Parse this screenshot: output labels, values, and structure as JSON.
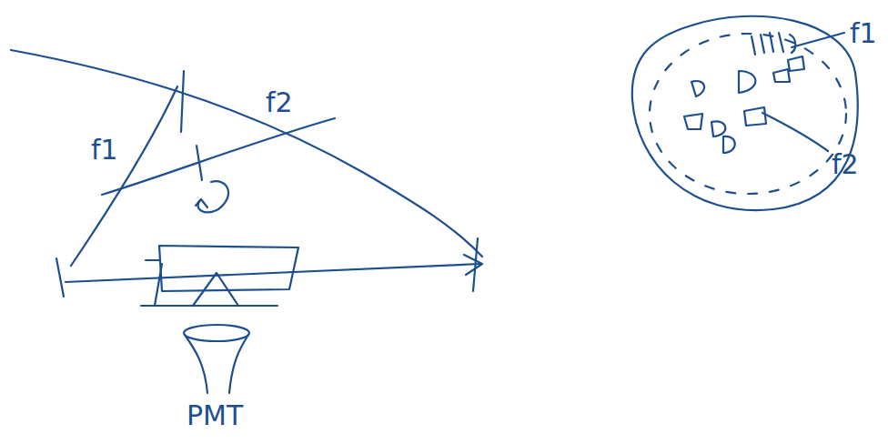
{
  "diagram": {
    "labels": [
      "f1",
      "f2",
      "f1",
      "f2",
      "PMT"
    ]
  }
}
